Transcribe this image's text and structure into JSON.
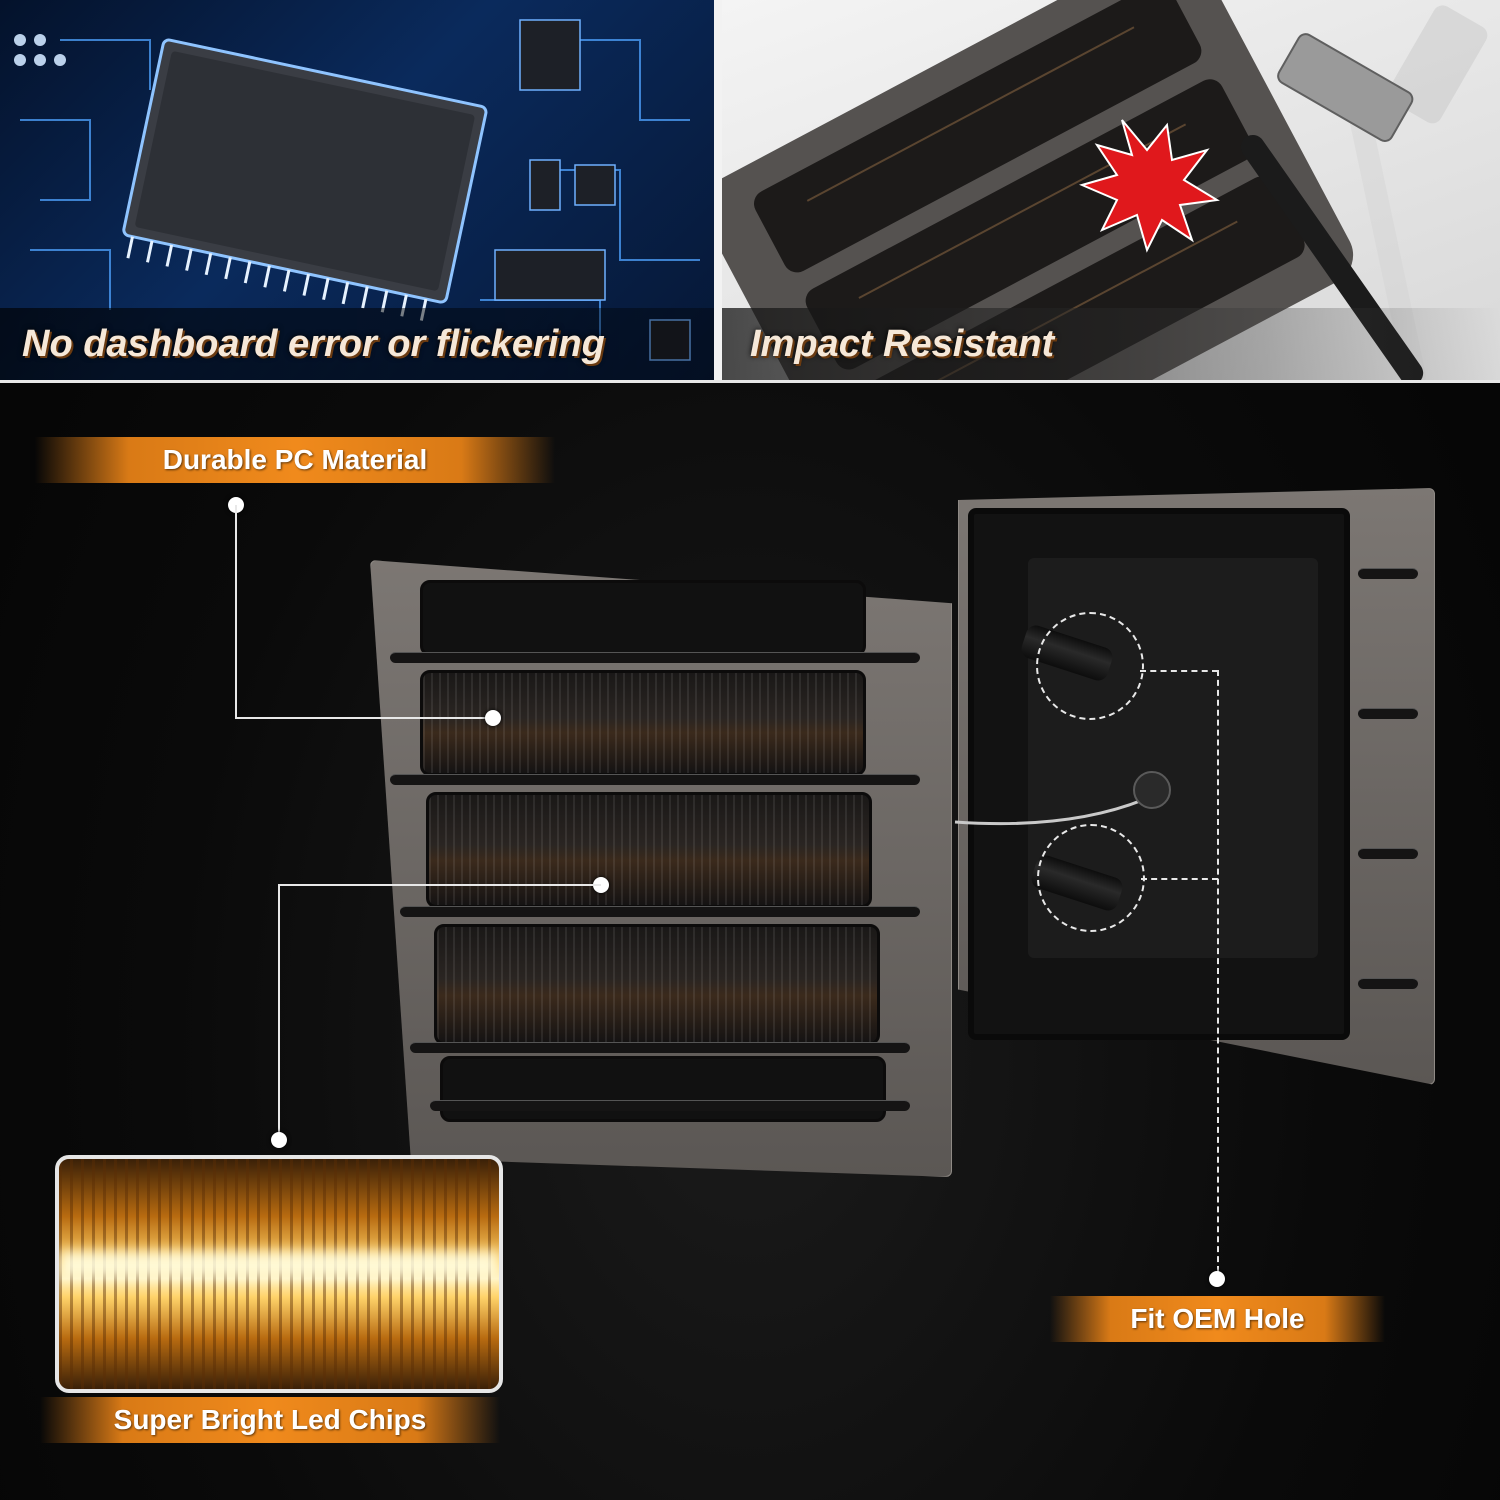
{
  "top_panels": {
    "left_caption": "No dashboard error or flickering",
    "right_caption": "Impact Resistant"
  },
  "callouts": {
    "pc_material": "Durable PC Material",
    "led_chips": "Super Bright Led Chips",
    "oem_hole": "Fit OEM Hole"
  },
  "colors": {
    "accent_orange": "#f08a1c",
    "led_amber": "#ffd36a",
    "background": "#050505"
  },
  "icons": {
    "left_panel": "circuit-chip-icon",
    "right_panel": "hammer-icon"
  }
}
